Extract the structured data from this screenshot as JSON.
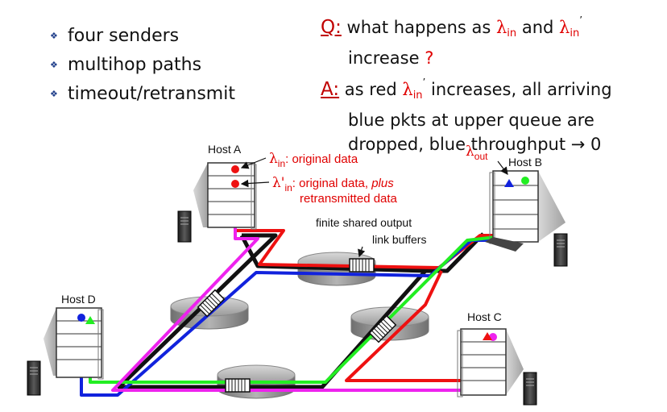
{
  "bullets": [
    "four senders",
    "multihop paths",
    "timeout/retransmit"
  ],
  "question": {
    "key": "Q:",
    "line1_a": "what happens as ",
    "lambda": "λ",
    "sub_in": "in",
    "and_word": " and ",
    "prime": "’",
    "line2_a": "increase ",
    "qmark": "?"
  },
  "answer": {
    "key": "A:",
    "line1_a": "as red ",
    "line1_b": " increases, all arriving",
    "line2": "blue pkts at upper queue are",
    "line3_a": "dropped, blue throughput ",
    "arrow": "→",
    "line3_b": " 0"
  },
  "diagram": {
    "host_a": "Host A",
    "host_b": "Host B",
    "host_c": "Host C",
    "host_d": "Host D",
    "lambda_in_label": ": original data",
    "lambda_in_prime_label": ": original data, ",
    "plus_word": "plus",
    "retransmitted": "retransmitted data",
    "lambda_out": "out",
    "buffers_line1": "finite shared output",
    "buffers_line2": "link buffers",
    "lambda_symbol": "λ",
    "lambda_prime_symbol": "λ'",
    "sub_in": "in"
  },
  "colors": {
    "red_flow": "#ee1111",
    "blue_flow": "#1122dd",
    "green_flow": "#22ee22",
    "magenta_flow": "#ee22ee",
    "title_red": "#c00000",
    "bullet_blue": "#1f3e8a"
  }
}
